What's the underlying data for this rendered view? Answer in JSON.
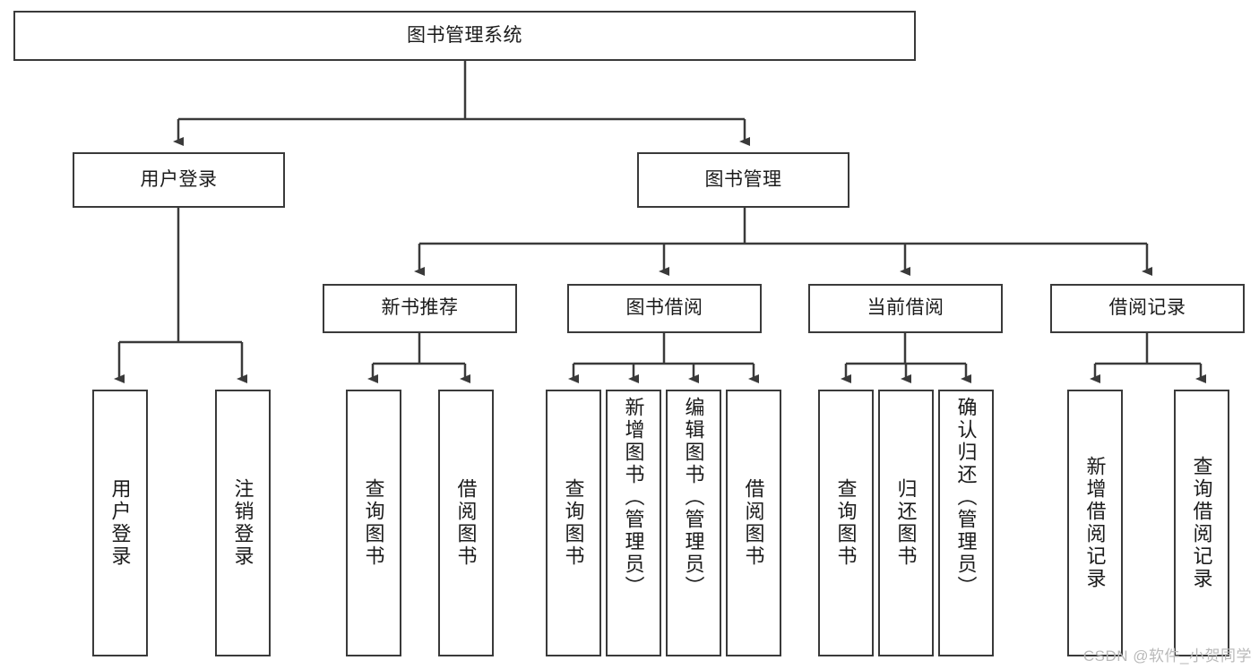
{
  "diagram": {
    "type": "tree",
    "title": "图书管理系统",
    "watermark": "CSDN @软件_小贺同学",
    "colors": {
      "box_border": "#3a3a3a",
      "box_fill": "#ffffff",
      "text": "#1b1b1b",
      "connector": "#3a3a3a",
      "watermark": "#b9b9b9"
    },
    "levels": {
      "root": {
        "label": "图书管理系统"
      },
      "level2": [
        {
          "label": "用户登录"
        },
        {
          "label": "图书管理"
        }
      ],
      "level3": [
        {
          "label": "新书推荐"
        },
        {
          "label": "图书借阅"
        },
        {
          "label": "当前借阅"
        },
        {
          "label": "借阅记录"
        }
      ],
      "leaves": {
        "user_login": [
          {
            "label": "用户登录"
          },
          {
            "label": "注销登录"
          }
        ],
        "new_book_recommend": [
          {
            "label": "查询图书"
          },
          {
            "label": "借阅图书"
          }
        ],
        "book_borrow": [
          {
            "label": "查询图书"
          },
          {
            "label": "新增图书（管理员）"
          },
          {
            "label": "编辑图书（管理员）"
          },
          {
            "label": "借阅图书"
          }
        ],
        "current_borrow": [
          {
            "label": "查询图书"
          },
          {
            "label": "归还图书"
          },
          {
            "label": "确认归还（管理员）"
          }
        ],
        "borrow_record": [
          {
            "label": "新增借阅记录"
          },
          {
            "label": "查询借阅记录"
          }
        ]
      }
    }
  }
}
